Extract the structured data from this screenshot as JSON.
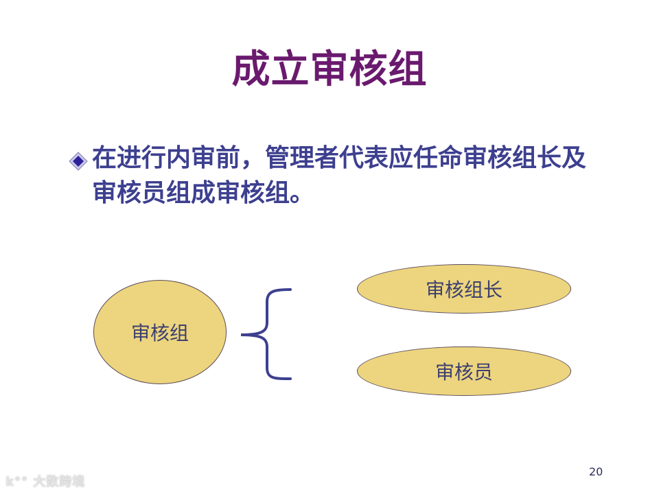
{
  "slide": {
    "title": "成立审核组",
    "bullet": "在进行内审前，管理者代表应任命审核组长及审核员组成审核组。",
    "diagram": {
      "main_node": "审核组",
      "children": [
        "审核组长",
        "审核员"
      ]
    },
    "page_number": "20",
    "watermark": "大数跨境"
  },
  "colors": {
    "title": "#6a1a6e",
    "bullet_text": "#3d3f8f",
    "ellipse_fill": "#ecd57e",
    "brace": "#3d3f8f"
  }
}
